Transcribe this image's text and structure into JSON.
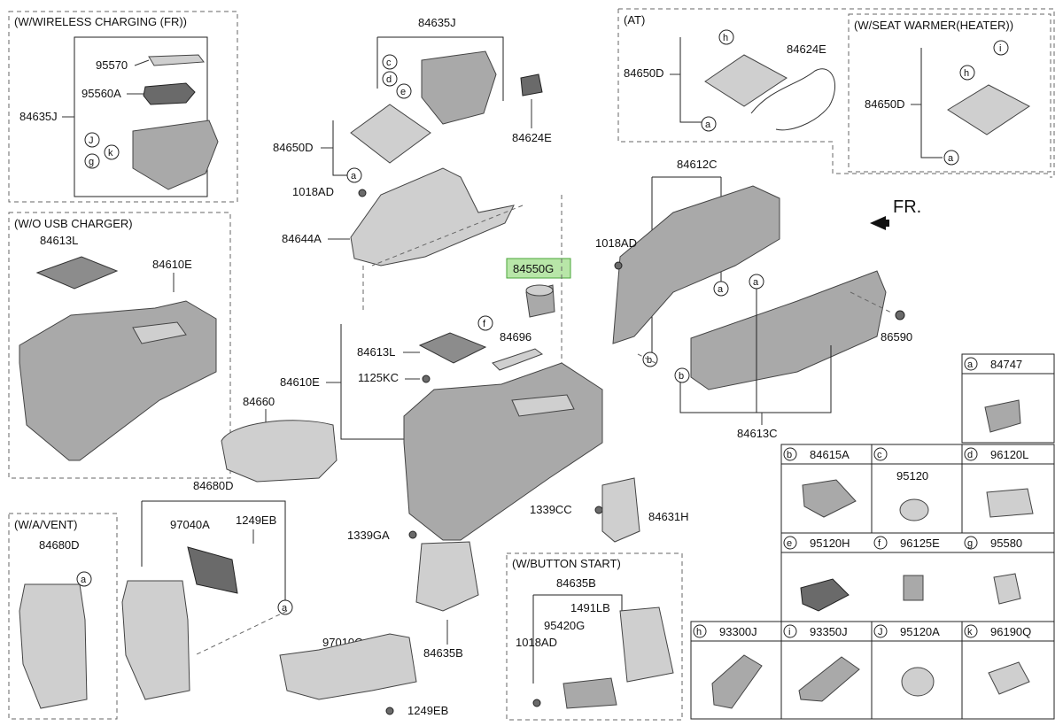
{
  "boxes": {
    "wireless": "(W/WIRELESS CHARGING (FR))",
    "wo_usb": "(W/O USB CHARGER)",
    "wa_vent": "(W/A/VENT)",
    "button_start": "(W/BUTTON START)",
    "at": "(AT)",
    "seat_warmer": "(W/SEAT WARMER(HEATER))"
  },
  "direction": "FR.",
  "parts": {
    "p95570": "95570",
    "p95560a": "95560A",
    "p84635j_left": "84635J",
    "p84613l_left": "84613L",
    "p84610e_left": "84610E",
    "p84680d_left": "84680D",
    "p84635j_top": "84635J",
    "p84624e_top": "84624E",
    "p84650d_mid": "84650D",
    "p1018ad_mid": "1018AD",
    "p84644a": "84644A",
    "p84550g": "84550G",
    "p84613l_mid": "84613L",
    "p84696": "84696",
    "p1125kc": "1125KC",
    "p84610e_mid": "84610E",
    "p84660": "84660",
    "p84680d_mid": "84680D",
    "p97040a": "97040A",
    "p1249eb_a": "1249EB",
    "p1339cc": "1339CC",
    "p84631h": "84631H",
    "p1339ga": "1339GA",
    "p84635b_low": "84635B",
    "p97010c": "97010C",
    "p1249eb_b": "1249EB",
    "p84635b_box": "84635B",
    "p1491lb": "1491LB",
    "p95420g": "95420G",
    "p1018ad_box": "1018AD",
    "p84650d_at": "84650D",
    "p84624e_at": "84624E",
    "p84650d_sw": "84650D",
    "p84612c": "84612C",
    "p1018ad_right": "1018AD",
    "p86590": "86590",
    "p84613c": "84613C"
  },
  "callouts": {
    "c": "c",
    "d": "d",
    "e": "e",
    "a": "a",
    "f": "f",
    "b": "b",
    "h": "h",
    "i": "i",
    "j": "J",
    "g": "g",
    "k": "k"
  },
  "legend": [
    {
      "letter": "a",
      "part": "84747"
    },
    {
      "letter": "b",
      "part": "84615A"
    },
    {
      "letter": "c",
      "part": "",
      "inner": "95120"
    },
    {
      "letter": "d",
      "part": "96120L"
    },
    {
      "letter": "e",
      "part": "95120H"
    },
    {
      "letter": "f",
      "part": "96125E"
    },
    {
      "letter": "g",
      "part": "95580"
    },
    {
      "letter": "h",
      "part": "93300J"
    },
    {
      "letter": "i",
      "part": "93350J"
    },
    {
      "letter": "J",
      "part": "95120A"
    },
    {
      "letter": "k",
      "part": "96190Q"
    }
  ],
  "colors": {
    "highlight": "#b8e6a8",
    "highlight_border": "#4aa53a",
    "part_fill": "#a9a9a9"
  }
}
